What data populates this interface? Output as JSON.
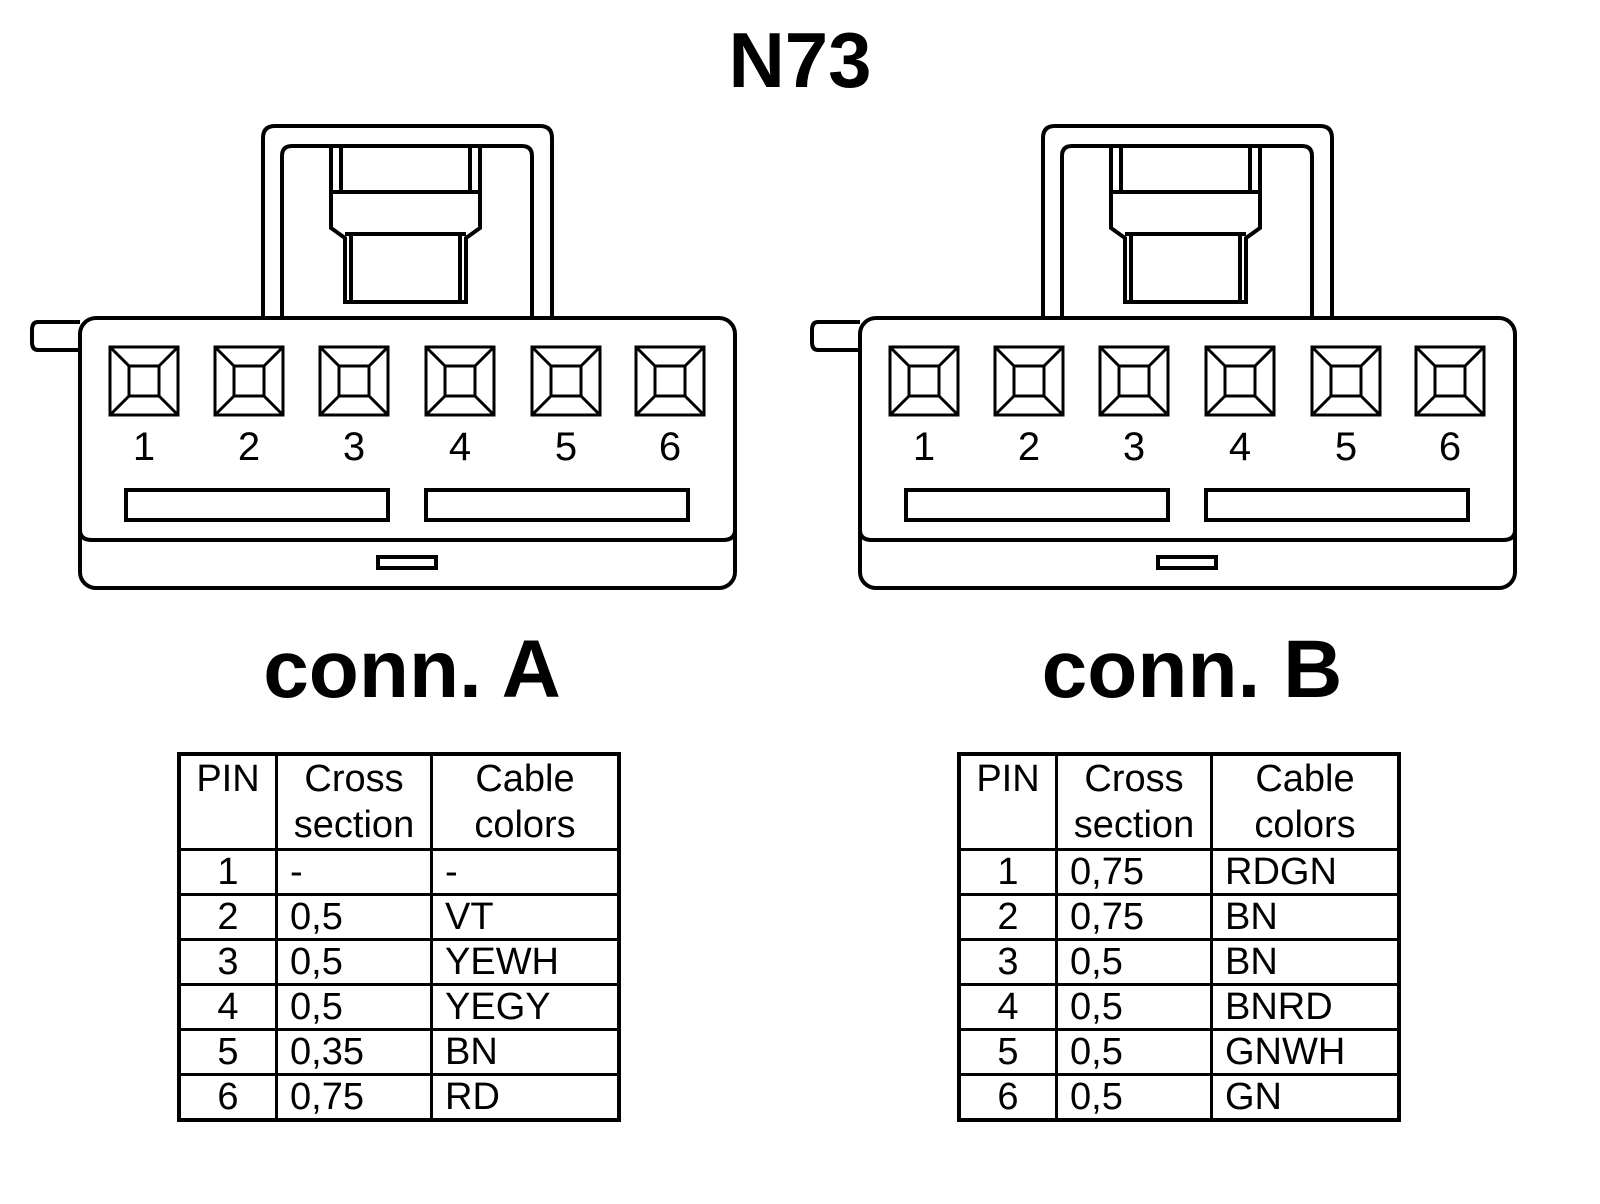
{
  "title": "N73",
  "connectors": [
    {
      "label": "conn. A",
      "pin_numbers": [
        "1",
        "2",
        "3",
        "4",
        "5",
        "6"
      ],
      "table": {
        "headers": [
          "PIN",
          "Cross section",
          "Cable colors"
        ],
        "rows": [
          {
            "pin": "1",
            "cross_section": "-",
            "color": "-"
          },
          {
            "pin": "2",
            "cross_section": "0,5",
            "color": "VT"
          },
          {
            "pin": "3",
            "cross_section": "0,5",
            "color": "YEWH"
          },
          {
            "pin": "4",
            "cross_section": "0,5",
            "color": "YEGY"
          },
          {
            "pin": "5",
            "cross_section": "0,35",
            "color": "BN"
          },
          {
            "pin": "6",
            "cross_section": "0,75",
            "color": "RD"
          }
        ]
      }
    },
    {
      "label": "conn. B",
      "pin_numbers": [
        "1",
        "2",
        "3",
        "4",
        "5",
        "6"
      ],
      "table": {
        "headers": [
          "PIN",
          "Cross section",
          "Cable colors"
        ],
        "rows": [
          {
            "pin": "1",
            "cross_section": "0,75",
            "color": "RDGN"
          },
          {
            "pin": "2",
            "cross_section": "0,75",
            "color": "BN"
          },
          {
            "pin": "3",
            "cross_section": "0,5",
            "color": "BN"
          },
          {
            "pin": "4",
            "cross_section": "0,5",
            "color": "BNRD"
          },
          {
            "pin": "5",
            "cross_section": "0,5",
            "color": "GNWH"
          },
          {
            "pin": "6",
            "cross_section": "0,5",
            "color": "GN"
          }
        ]
      }
    }
  ]
}
